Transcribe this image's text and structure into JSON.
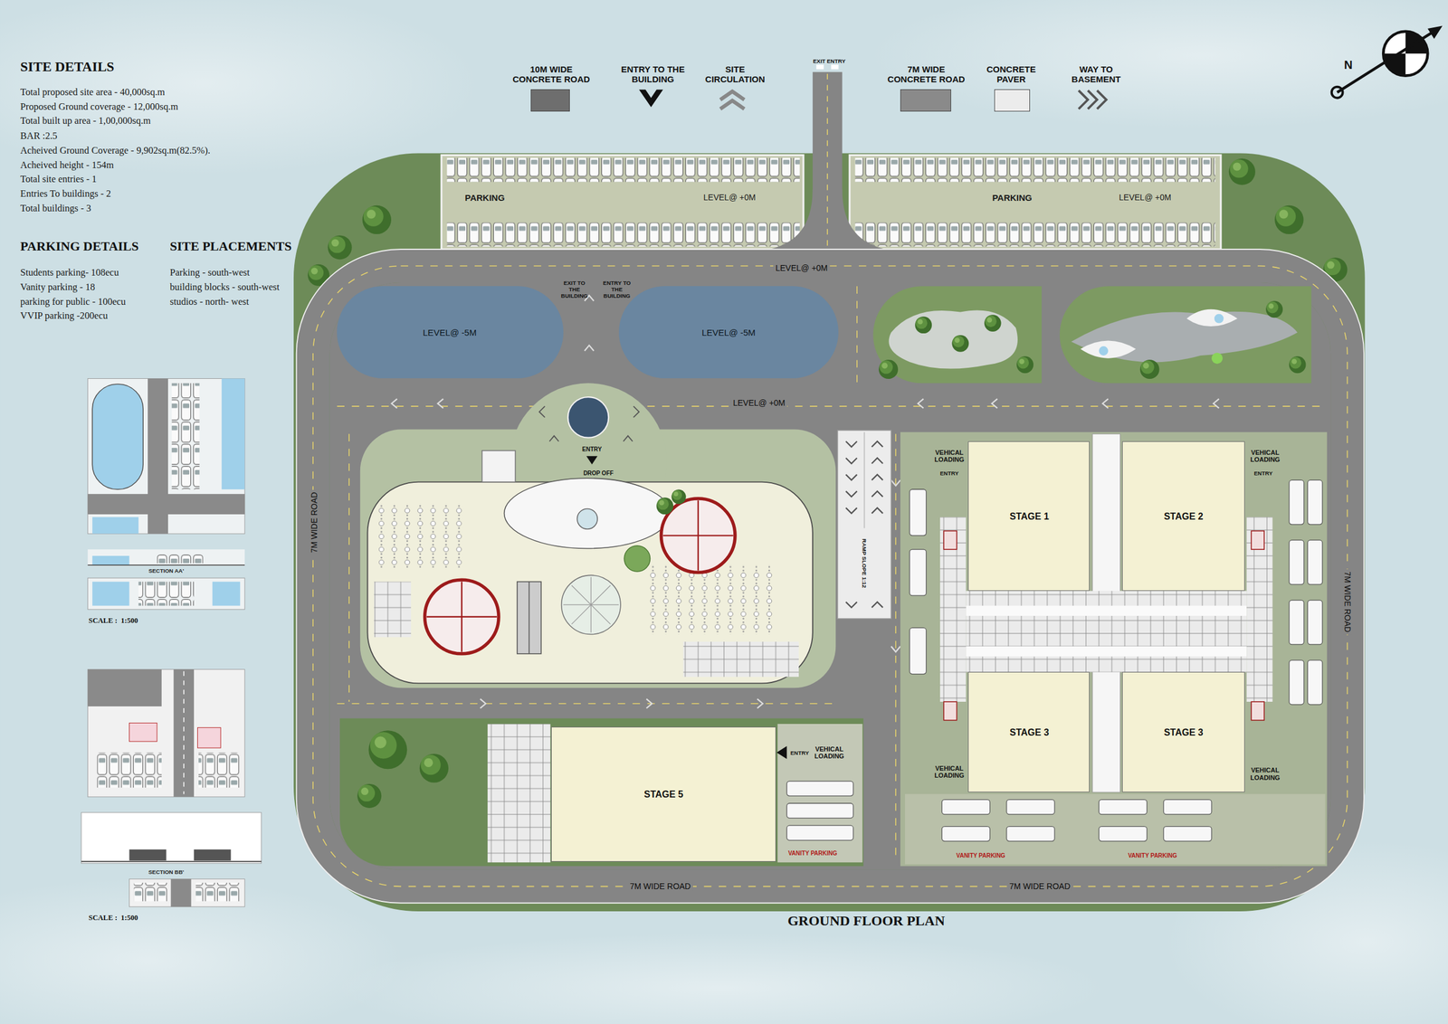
{
  "diagram": {
    "caption": "GROUND FLOOR PLAN",
    "nodes": [
      {
        "text": [
          "PARKING",
          "LEVEL@ +0M"
        ]
      },
      {
        "text": [
          "PARKING",
          "LEVEL@ +0M"
        ]
      },
      {
        "text": [
          "LEVEL@ -5M"
        ]
      },
      {
        "text": [
          "LEVEL@ -5M"
        ]
      },
      {
        "text": [
          "ENTRY",
          "DROP OFF"
        ]
      },
      {
        "text": [
          "RAMP SLOPE 1:12"
        ]
      },
      {
        "text": [
          "STAGE 1"
        ]
      },
      {
        "text": [
          "STAGE 2"
        ]
      },
      {
        "text": [
          "STAGE 3"
        ]
      },
      {
        "text": [
          "STAGE 3"
        ]
      },
      {
        "text": [
          "STAGE 5"
        ]
      }
    ],
    "labels": [
      "SITE DETAILS",
      "Total proposed site area - 40,000sq.m",
      "Proposed Ground coverage - 12,000sq.m",
      "Total built up area - 1,00,000sq.m",
      "BAR :2.5",
      "Acheived Ground Coverage - 9,902sq.m(82.5%).",
      "Acheived height - 154m",
      "Total site entries - 1",
      "Entries To buildings - 2",
      "Total buildings - 3",
      "PARKING DETAILS",
      "Students parking- 108ecu",
      "Vanity parking - 18",
      "parking for public - 100ecu",
      "VVIP parking -200ecu",
      "SITE PLACEMENTS",
      "Parking - south-west",
      "building blocks - south-west",
      "studios - north- west",
      "EXIT ENTRY",
      "LEVEL@ +0M",
      "EXIT TO THE BUILDING",
      "ENTRY TO THE BUILDING",
      "LEVEL@ +0M",
      "7M WIDE ROAD",
      "7M WIDE ROAD",
      "7M WIDE ROAD",
      "7M WIDE ROAD",
      "VEHICAL LOADING",
      "ENTRY",
      "VEHICAL LOADING",
      "ENTRY",
      "VEHICAL LOADING",
      "VEHICAL LOADING",
      "ENTRY",
      "VEHICAL LOADING",
      "VANITY PARKING",
      "VANITY PARKING",
      "VANITY PARKING",
      "SECTION AA'",
      "SCALE :  1:500",
      "SECTION BB'",
      "SCALE :  1:500",
      "N"
    ],
    "legend": [
      {
        "text": "10M WIDE CONCRETE ROAD",
        "color": "#6e6e6e"
      },
      {
        "text": "ENTRY TO THE BUILDING"
      },
      {
        "text": "SITE CIRCULATION"
      },
      {
        "text": "7M WIDE CONCRETE ROAD",
        "color": "#8a8a8a"
      },
      {
        "text": "CONCRETE PAVER",
        "color": "#ececec"
      },
      {
        "text": "WAY TO BASEMENT"
      }
    ]
  }
}
